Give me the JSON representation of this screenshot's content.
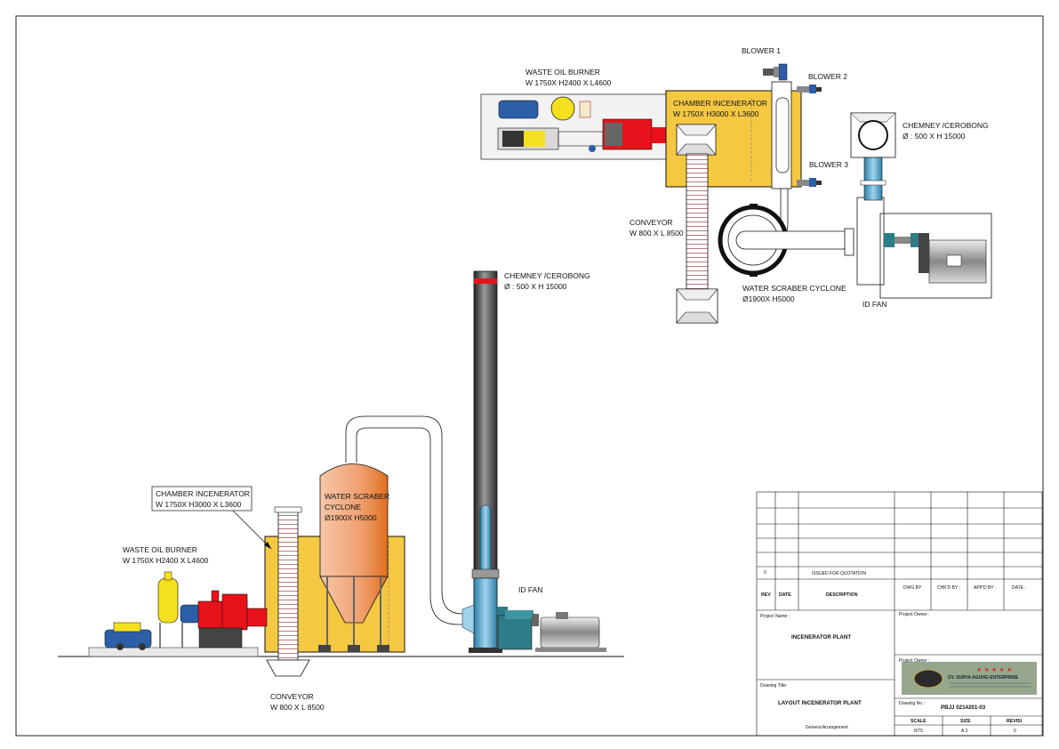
{
  "plan": {
    "burner_title": "WASTE OIL BURNER",
    "burner_dim": "W 1750X H2400 X L4600",
    "chamber_title": "CHAMBER INCENERATOR",
    "chamber_dim": "W 1750X H3000 X L3600",
    "blower1": "BLOWER 1",
    "blower2": "BLOWER 2",
    "blower3": "BLOWER 3",
    "chimney_title": "CHEMNEY /CEROBONG",
    "chimney_dim": "Ø : 500 X H 15000",
    "conveyor_title": "CONVEYOR",
    "conveyor_dim": "W 800 X L 8500",
    "cyclone_title": "WATER SCRABER CYCLONE",
    "cyclone_dim": "Ø1900X H5000",
    "idfan": "ID FAN"
  },
  "elevation": {
    "chamber_title": "CHAMBER INCENERATOR",
    "chamber_dim": "W 1750X H3000 X L3600",
    "burner_title": "WASTE OIL BURNER",
    "burner_dim": "W 1750X H2400 X L4600",
    "cyclone_l1": "WATER SCRABER",
    "cyclone_l2": "CYCLONE",
    "cyclone_l3": "Ø1900X H5000",
    "chimney_title": "CHEMNEY /CEROBONG",
    "chimney_dim": "Ø : 500 X H 15000",
    "idfan": "ID FAN",
    "conveyor_title": "CONVEYOR",
    "conveyor_dim": "W 800 X L 8500"
  },
  "titleblock": {
    "rev_no": "0",
    "rev_desc": "ISSUED FOR QUOTATION",
    "h_rev": "REV",
    "h_date": "DATE",
    "h_desc": "DESCRIPTION",
    "h_dwg": "DWG BY",
    "h_chk": "CHK'D BY :",
    "h_app": "APP'D BY :",
    "h_date2": "DATE :",
    "project_name_label": "Project Name :",
    "project_name": "INCENERATOR  PLANT",
    "owner_label_1": "Project Owner :",
    "owner_label_2": "Project Owner :",
    "drawing_title_label": "Drawing Title:",
    "drawing_title": "LAYOUT INCENERATOR  PLANT",
    "drawing_sub": "General Arrangement",
    "drawing_no_label": "Drawing No :",
    "drawing_no": "PBJJ 0214201-03",
    "h_scale": "SCALE",
    "h_size": "SIZE",
    "h_revisi": "REVISI",
    "scale": "NTS",
    "size": "A 3",
    "revisi": "0",
    "logo_company": "CV. SURYA AGUNG ENTERPRISE"
  },
  "colors": {
    "chamber": "#f5c842",
    "burner_red": "#e8131a",
    "cyclone_fill": "#f0a070",
    "chimney": "#555555",
    "duct_blue": "#5aa9d0",
    "fan_teal": "#2e7c88"
  }
}
